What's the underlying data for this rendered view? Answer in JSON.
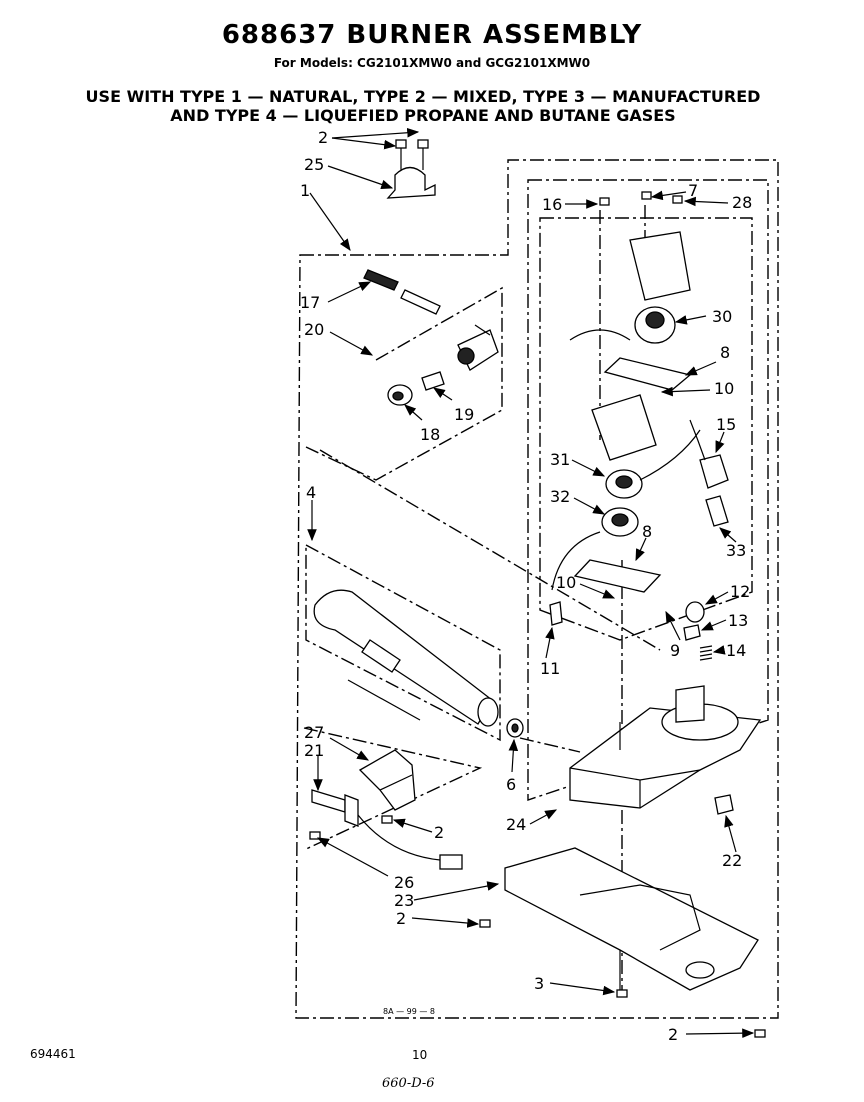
{
  "title": "688637 BURNER ASSEMBLY",
  "models": "For Models: CG2101XMW0 and GCG2101XMW0",
  "usage_line1": "USE WITH TYPE 1 — NATURAL, TYPE 2 — MIXED, TYPE 3 — MANUFACTURED",
  "usage_line2": "AND TYPE 4 — LIQUEFIED PROPANE AND BUTANE GASES",
  "callouts": {
    "c2a": "2",
    "c25": "25",
    "c1": "1",
    "c17": "17",
    "c20": "20",
    "c18": "18",
    "c19": "19",
    "c16": "16",
    "c7": "7",
    "c28": "28",
    "c30": "30",
    "c8a": "8",
    "c10a": "10",
    "c15": "15",
    "c31": "31",
    "c32": "32",
    "c33": "33",
    "c8b": "8",
    "c10b": "10",
    "c11": "11",
    "c12": "12",
    "c13": "13",
    "c9": "9",
    "c14": "14",
    "c4": "4",
    "c6": "6",
    "c27": "27",
    "c21": "21",
    "c2b": "2",
    "c24": "24",
    "c22": "22",
    "c26": "26",
    "c23": "23",
    "c2c": "2",
    "c3": "3",
    "c2d": "2"
  },
  "drawing_code": "8A — 99 — 8",
  "doc_number": "694461",
  "page_number": "10",
  "handwritten_note": "660-D-6"
}
